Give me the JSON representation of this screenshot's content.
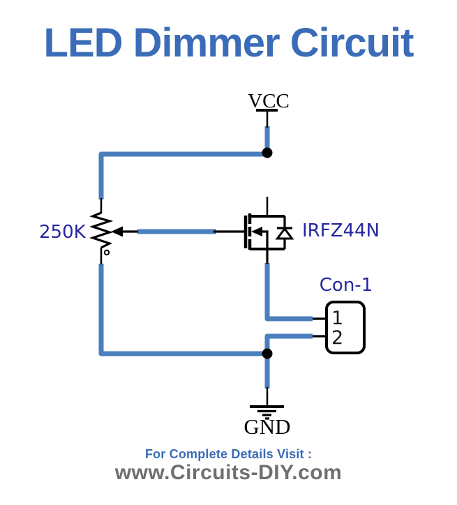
{
  "title": "LED Dimmer Circuit",
  "circuit": {
    "power_label": "VCC",
    "ground_label": "GND",
    "potentiometer": {
      "value": "250K"
    },
    "mosfet": {
      "part": "IRFZ44N"
    },
    "connector": {
      "name": "Con-1",
      "pins": [
        "1",
        "2"
      ]
    }
  },
  "footer": {
    "line1": "For Complete Details Visit :",
    "line2": "www.Circuits-DIY.com"
  },
  "colors": {
    "wire": "#4a7ebc",
    "title": "#3b6cb8",
    "label": "#2626a0",
    "footer_gray": "#6f6f6f",
    "ink": "#000000"
  }
}
